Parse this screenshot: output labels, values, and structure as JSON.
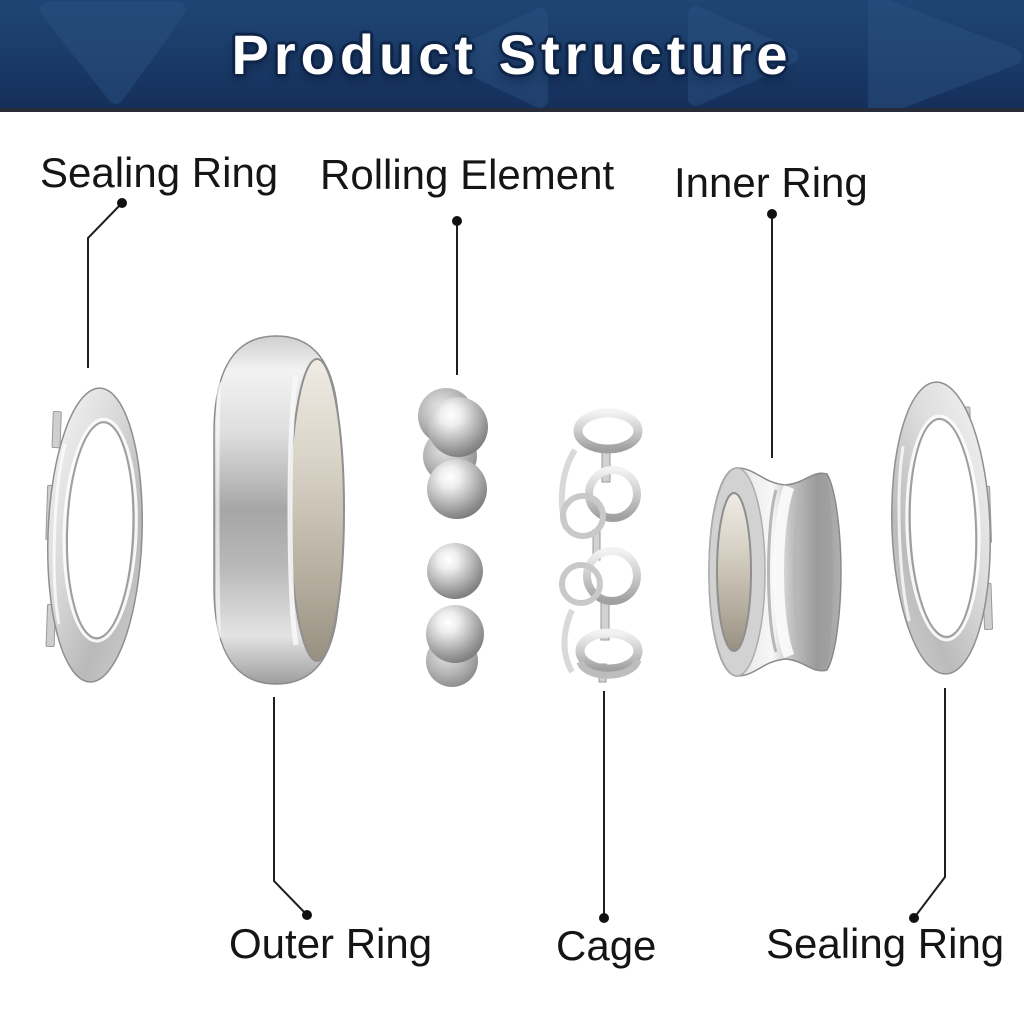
{
  "header": {
    "title": "Product Structure"
  },
  "callouts": {
    "sealing_ring_top": {
      "label": "Sealing Ring"
    },
    "rolling_element": {
      "label": "Rolling Element"
    },
    "inner_ring": {
      "label": "Inner Ring"
    },
    "outer_ring": {
      "label": "Outer Ring"
    },
    "cage": {
      "label": "Cage"
    },
    "sealing_ring_bottom": {
      "label": "Sealing Ring"
    }
  },
  "diagram": {
    "type": "exploded-view",
    "subject": "sealed ball bearing",
    "parts_left_to_right": [
      "Sealing Ring",
      "Outer Ring",
      "Rolling Element",
      "Cage",
      "Inner Ring",
      "Sealing Ring"
    ]
  },
  "colors": {
    "banner_top": "#1f4575",
    "banner_bottom": "#152f5a",
    "banner_triangle": "#2d5384",
    "banner_border": "#272c38",
    "title_text": "#ffffff",
    "title_outline": "#0e2448",
    "label_text": "#151515",
    "leader_line": "#1f1f1f",
    "metal_highlight": "#f7f7f7",
    "metal_mid": "#bdbdbd",
    "metal_shadow": "#8a8a8a",
    "bore_warm": "#b3ab9c",
    "background": "#ffffff"
  }
}
